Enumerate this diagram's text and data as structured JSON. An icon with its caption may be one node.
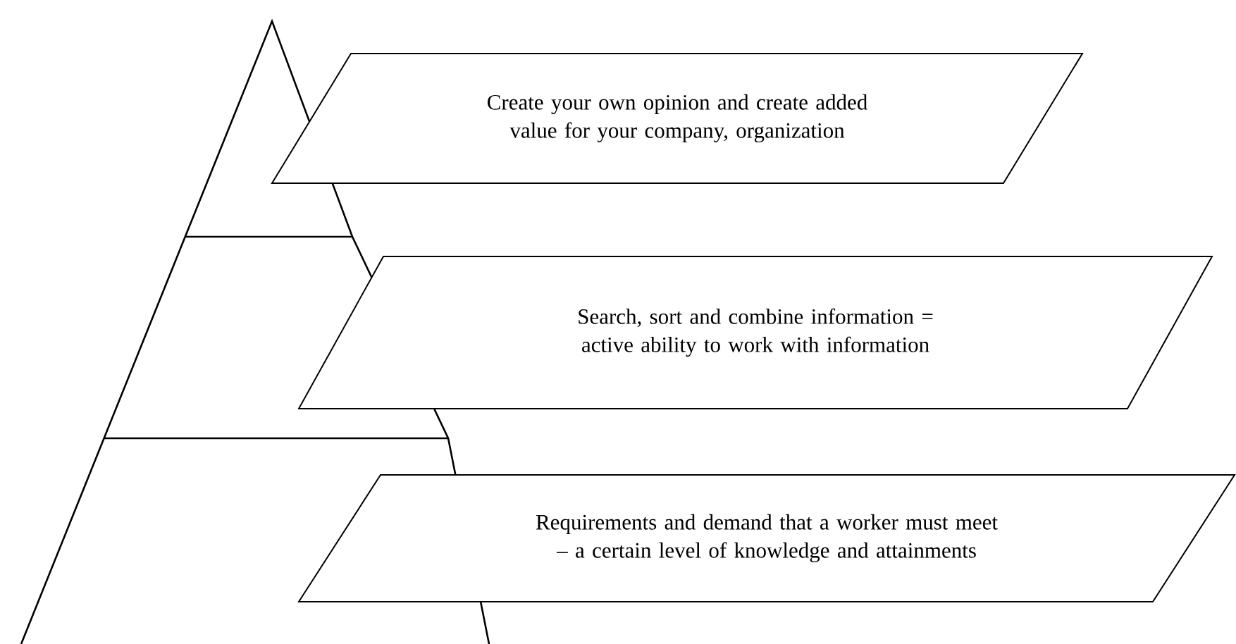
{
  "diagram": {
    "nodes": [
      {
        "text": [
          "Create your own opinion and create added value for your company, organization"
        ]
      },
      {
        "text": [
          "Search, sort and combine information = active ability to work with information"
        ]
      },
      {
        "text": [
          "Requirements and demand that a worker must meet – a certain level of knowledge and attainments"
        ]
      }
    ]
  }
}
